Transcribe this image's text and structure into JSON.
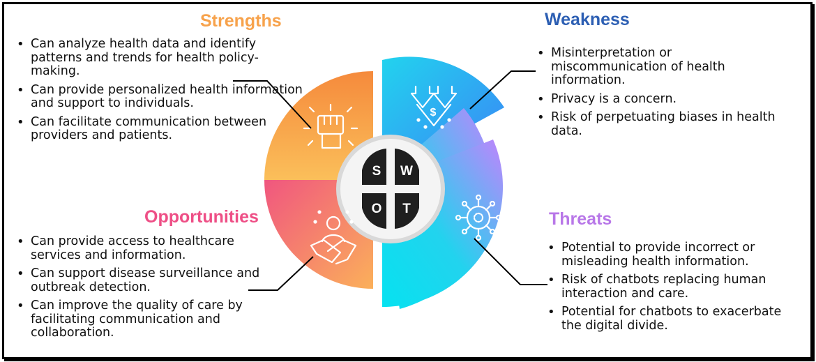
{
  "colors": {
    "strengths": "#f7a24b",
    "weakness": "#2d5fb3",
    "opportunities": "#ee4f86",
    "threats": "#b877e8",
    "center_dark": "#1f1f1f"
  },
  "swot_letters": [
    "S",
    "W",
    "O",
    "T"
  ],
  "strengths": {
    "title": "Strengths",
    "icon": "raised-fist-icon",
    "points": [
      "Can analyze health data and identify patterns and trends for health policy-making.",
      "Can provide personalized health information and support to individuals.",
      "Can facilitate communication between providers and patients."
    ]
  },
  "weakness": {
    "title": "Weakness",
    "icon": "falling-money-icon",
    "points": [
      "Misinterpretation or miscommunication of health information.",
      "Privacy is a concern.",
      "Risk of perpetuating biases in health data."
    ]
  },
  "opportunities": {
    "title": "Opportunities",
    "icon": "handshake-icon",
    "points": [
      "Can provide access to healthcare services and information.",
      "Can support disease surveillance and outbreak detection.",
      "Can improve the quality of care by facilitating communication and collaboration."
    ]
  },
  "threats": {
    "title": "Threats",
    "icon": "virus-icon",
    "points": [
      "Potential to provide incorrect or misleading health information.",
      "Risk of chatbots replacing human interaction and care.",
      "Potential for chatbots to exacerbate the digital divide."
    ]
  }
}
